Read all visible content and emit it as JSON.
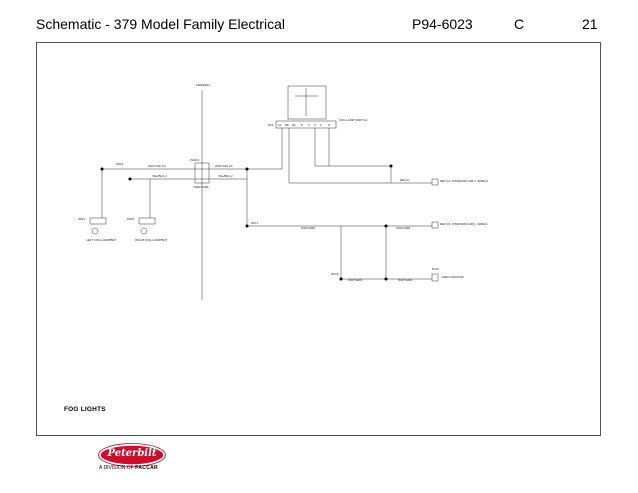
{
  "header": {
    "title": "Schematic - 379 Model Family Electrical",
    "doc_number": "P94-6023",
    "revision": "C",
    "page": "21"
  },
  "diagram": {
    "section_label": "FOG LIGHTS",
    "firewall_label": "FIREWALL",
    "switch": {
      "name": "FOG LAMP SWITCH",
      "ref": "P16",
      "pins": [
        "10",
        "6B",
        "9A",
        "8",
        "3",
        "2",
        "1",
        "9"
      ]
    },
    "left_lamp": {
      "connector": "P201",
      "label": "LEFT FOG LAMP/BKT"
    },
    "right_lamp": {
      "connector": "P202",
      "label": "RIGHT FOG LAMP/BKT"
    },
    "bulkhead": {
      "ref": "P200-1",
      "caption": "MAIN CAB"
    },
    "wires": {
      "white_1": "WHT/YEL 10",
      "yellow_2": "YEL/BLK 2",
      "ground": "WHT/GRN",
      "relay": "RELAY",
      "fuse_ref_1": "REF 14: INTERIOR CAB 4, WIRE 8",
      "fuse_ref_2": "REF 15: INTERIOR CAB 1, WIRE 1",
      "splice_1": "SPL4",
      "splice_2": "SPL7",
      "splice_3": "SPL8"
    },
    "bottom_right": {
      "ref": "P116",
      "label": "MAIN GROUND"
    }
  },
  "branding": {
    "logo_text": "Peterbilt",
    "division_prefix": "A DIVISION OF",
    "division_company": "PACCAR"
  }
}
